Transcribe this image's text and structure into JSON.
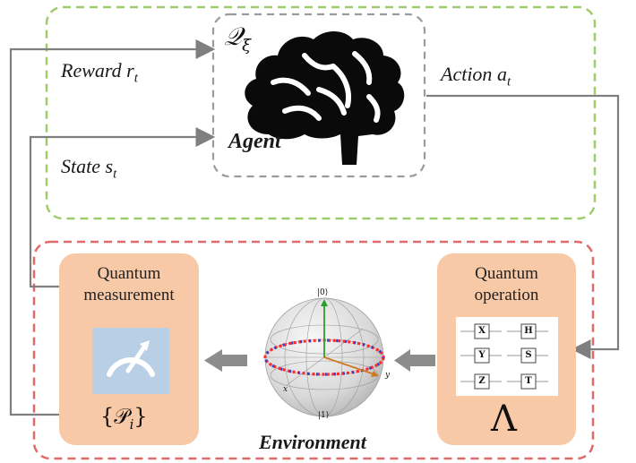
{
  "agent": {
    "policy_symbol": "𝒬",
    "policy_subscript": "ξ",
    "label": "Agent",
    "icon": "brain-icon"
  },
  "signals": {
    "reward": "Reward",
    "reward_var": "r",
    "reward_sub": "t",
    "state": "State",
    "state_var": "s",
    "state_sub": "t",
    "action": "Action",
    "action_var": "a",
    "action_sub": "t"
  },
  "measurement": {
    "title_line1": "Quantum",
    "title_line2": "measurement",
    "icon": "gauge-icon",
    "operator": "{𝒫",
    "operator_sub": "i",
    "operator_close": "}"
  },
  "environment": {
    "label": "Environment",
    "icon": "bloch-sphere-icon",
    "ket_top": "|0⟩",
    "ket_bottom": "|1⟩",
    "axis_x": "x",
    "axis_y": "y"
  },
  "operation": {
    "title_line1": "Quantum",
    "title_line2": "operation",
    "gates": [
      "X",
      "H",
      "Y",
      "S",
      "Z",
      "T"
    ],
    "symbol": "Λ"
  },
  "colors": {
    "agent_box": "#9fcc6b",
    "env_box": "#e06a6a",
    "card_fill": "#f8c9a6",
    "gauge_fill": "#b9cfe6",
    "arrow_gray": "#8c8c8c"
  }
}
